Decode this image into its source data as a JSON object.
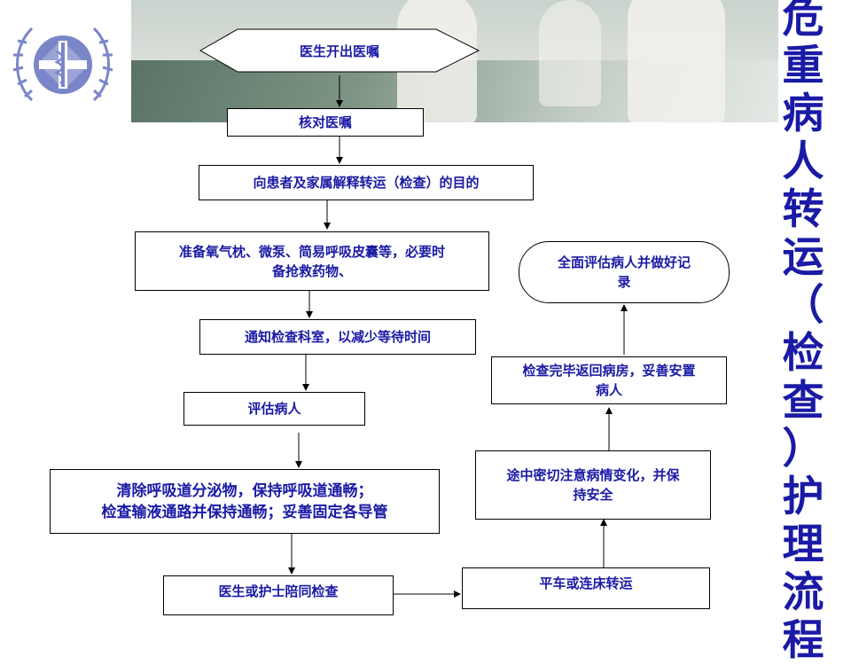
{
  "chart_data": {
    "type": "flowchart",
    "title": "危重病人转运（检查）护理流程",
    "nodes": [
      {
        "id": "n1",
        "label": "医生开出医嘱",
        "shape": "hexagon"
      },
      {
        "id": "n2",
        "label": "核对医嘱",
        "shape": "rect"
      },
      {
        "id": "n3",
        "label": "向患者及家属解释转运（检查）的目的",
        "shape": "rect"
      },
      {
        "id": "n4",
        "label": "准备氧气枕、微泵、简易呼吸皮囊等，必要时备抢救药物、",
        "shape": "rect"
      },
      {
        "id": "n5",
        "label": "通知检查科室，以减少等待时间",
        "shape": "rect"
      },
      {
        "id": "n6",
        "label": "评估病人",
        "shape": "rect"
      },
      {
        "id": "n7",
        "label": "清除呼吸道分泌物，保持呼吸道通畅；检查输液通路并保持通畅；妥善固定各导管",
        "shape": "rect"
      },
      {
        "id": "n8",
        "label": "医生或护士陪同检查",
        "shape": "rect"
      },
      {
        "id": "n9",
        "label": "平车或连床转运",
        "shape": "rect"
      },
      {
        "id": "n10",
        "label": "途中密切注意病情变化，并保持安全",
        "shape": "rect"
      },
      {
        "id": "n11",
        "label": "检查完毕返回病房，妥善安置病人",
        "shape": "rect"
      },
      {
        "id": "n12",
        "label": "全面评估病人并做好记录",
        "shape": "rounded"
      }
    ],
    "edges": [
      [
        "n1",
        "n2"
      ],
      [
        "n2",
        "n3"
      ],
      [
        "n3",
        "n4"
      ],
      [
        "n4",
        "n5"
      ],
      [
        "n5",
        "n6"
      ],
      [
        "n6",
        "n7"
      ],
      [
        "n7",
        "n8"
      ],
      [
        "n8",
        "n9"
      ],
      [
        "n9",
        "n10"
      ],
      [
        "n10",
        "n11"
      ],
      [
        "n11",
        "n12"
      ]
    ]
  },
  "title_chars": [
    "危",
    "重",
    "病",
    "人",
    "转",
    "运",
    "（",
    "检",
    "查",
    "）",
    "护",
    "理",
    "流",
    "程"
  ],
  "boxes": {
    "n2": "核对医嘱",
    "n3": "向患者及家属解释转运（检查）的目的",
    "n4": [
      "准备氧气枕、微泵、简易呼吸皮囊等，必要时",
      "备抢救药物、"
    ],
    "n5": "通知检查科室，以减少等待时间",
    "n6": "评估病人",
    "n7": [
      "清除呼吸道分泌物，保持呼吸道通畅；",
      "检查输液通路并保持通畅；妥善固定各导管"
    ],
    "n8": "医生或护士陪同检查",
    "n9": "平车或连床转运",
    "n10": [
      "途中密切注意病情变化，并保",
      "持安全"
    ],
    "n11": [
      "检查完毕返回病房，妥善安置",
      "病人"
    ],
    "n12": [
      "全面评估病人并做好记",
      "录"
    ]
  },
  "hexagon_label": "医生开出医嘱",
  "colors": {
    "text": "#1a1aa6",
    "emblem": "#7b86c9",
    "line": "#000000"
  },
  "icons": {
    "emblem": "medical-emblem-icon"
  }
}
